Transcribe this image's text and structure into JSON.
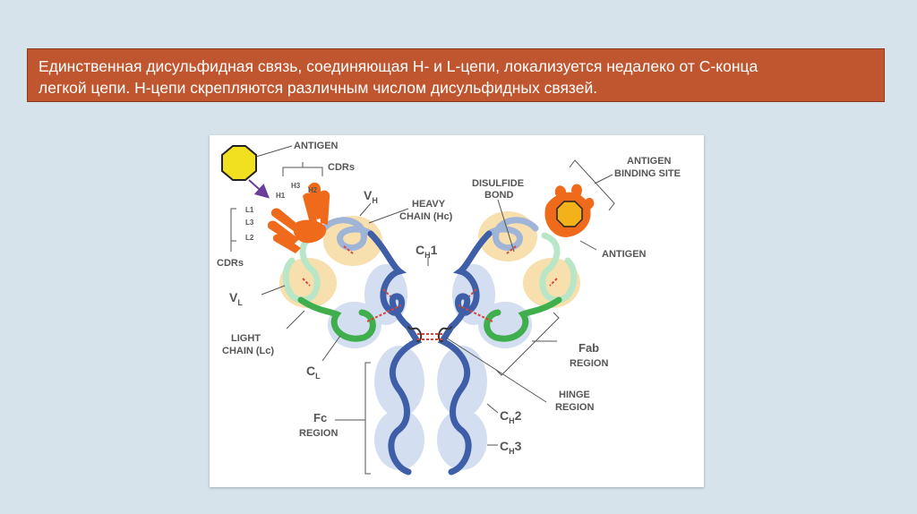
{
  "banner": {
    "line1": "Единственная дисульфидная связь, соединяющая Н- и L-цепи, локализуется недалеко от С-конца",
    "line2": "легкой цепи. Н-цепи скрепляются различным числом дисульфидных связей."
  },
  "labels": {
    "antigen_top": "ANTIGEN",
    "cdrs_top": "CDRs",
    "h1": "H1",
    "h2": "H2",
    "h3": "H3",
    "l1": "L1",
    "l2": "L2",
    "l3": "L3",
    "cdrs_left": "CDRs",
    "vh": "V",
    "vh_sub": "H",
    "vl": "V",
    "vl_sub": "L",
    "heavy_1": "HEAVY",
    "heavy_2": "CHAIN (Hc)",
    "ch1": "C",
    "ch1_sub": "H",
    "ch1_num": "1",
    "light_1": "LIGHT",
    "light_2": "CHAIN (Lc)",
    "cl": "C",
    "cl_sub": "L",
    "disulfide_1": "DISULFIDE",
    "disulfide_2": "BOND",
    "abs_1": "ANTIGEN",
    "abs_2": "BINDING SITE",
    "antigen_right": "ANTIGEN",
    "fab_1": "Fab",
    "fab_2": "REGION",
    "hinge_1": "HINGE",
    "hinge_2": "REGION",
    "fc_1": "Fc",
    "fc_2": "REGION",
    "ch2": "C",
    "ch2_sub": "H",
    "ch2_num": "2",
    "ch3": "C",
    "ch3_sub": "H",
    "ch3_num": "3"
  },
  "colors": {
    "banner_bg": "#c0562f",
    "heavy_chain": "#3f5ea8",
    "heavy_chain_variable": "#9fb4d6",
    "light_chain_variable": "#b9e6c6",
    "light_chain_constant": "#3fae4c",
    "domain_shading_const": "#d3def0",
    "domain_shading_var": "#f7dfae",
    "disulfide": "#d8443c",
    "antigen": "#f0e020",
    "cdr_fingers": "#f06a1c"
  }
}
